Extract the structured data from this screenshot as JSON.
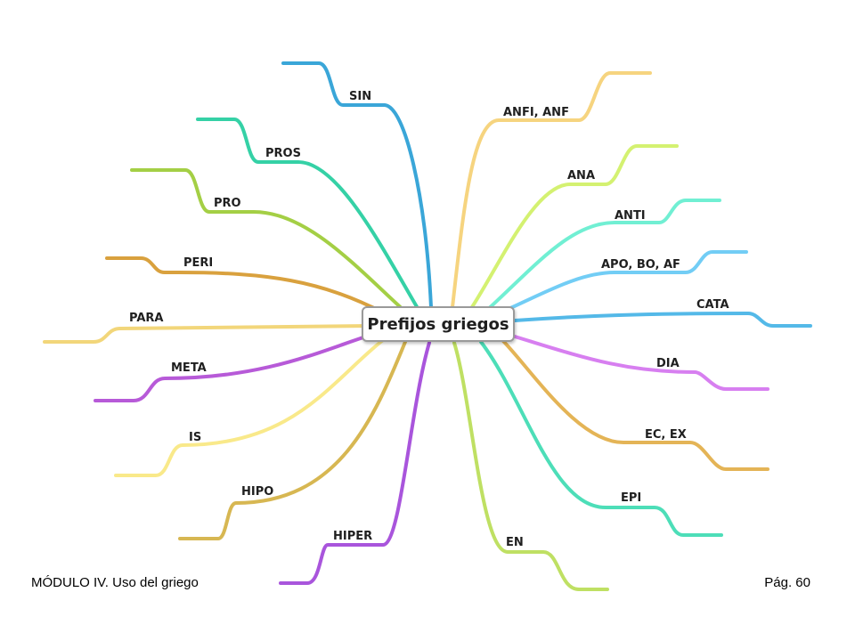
{
  "center": {
    "title": "Prefijos griegos"
  },
  "branches": [
    {
      "label": "SIN",
      "color": "#3aa6d8"
    },
    {
      "label": "PROS",
      "color": "#35d1a6"
    },
    {
      "label": "PRO",
      "color": "#a4cf45"
    },
    {
      "label": "PERI",
      "color": "#d9a13e"
    },
    {
      "label": "PARA",
      "color": "#f2d67a"
    },
    {
      "label": "META",
      "color": "#b75ad8"
    },
    {
      "label": "IS",
      "color": "#f9e98a"
    },
    {
      "label": "HIPO",
      "color": "#d7b752"
    },
    {
      "label": "HIPER",
      "color": "#a955dc"
    },
    {
      "label": "ANFI, ANF",
      "color": "#f6d47f"
    },
    {
      "label": "ANA",
      "color": "#d4f171"
    },
    {
      "label": "ANTI",
      "color": "#71efd3"
    },
    {
      "label": "APO, BO, AF",
      "color": "#72cdf5"
    },
    {
      "label": "CATA",
      "color": "#54b9e8"
    },
    {
      "label": "DIA",
      "color": "#d77ff0"
    },
    {
      "label": "EC, EX",
      "color": "#e4b456"
    },
    {
      "label": "EPI",
      "color": "#4ddeb8"
    },
    {
      "label": "EN",
      "color": "#bfe063"
    }
  ],
  "footer": {
    "left": "MÓDULO IV. Uso del griego",
    "right": "Pág. 60"
  }
}
